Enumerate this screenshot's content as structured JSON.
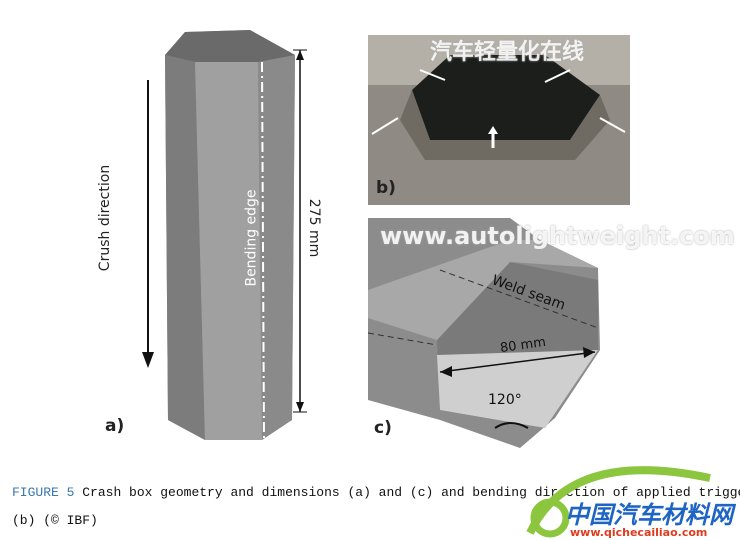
{
  "figure_a": {
    "panel_label": "a)",
    "crush_direction": "Crush direction",
    "bending_edge": "Bending edge",
    "length": "275 mm"
  },
  "figure_b": {
    "panel_label": "b)"
  },
  "figure_c": {
    "panel_label": "c)",
    "weld_seam": "Weld seam",
    "width": "80 mm",
    "angle": "120°"
  },
  "caption": {
    "figure_number": "FIGURE 5",
    "text_line1": "Crash box geometry and dimensions (a) and (c) and bending direction of applied trigger",
    "text_line2": "(b) (© IBF)"
  },
  "watermark": {
    "url": "www.autolightweight.com",
    "chinese": "汽车轻量化在线"
  },
  "logo": {
    "chinese": "中国汽车材料网",
    "url": "www.qichecailiao.com"
  }
}
